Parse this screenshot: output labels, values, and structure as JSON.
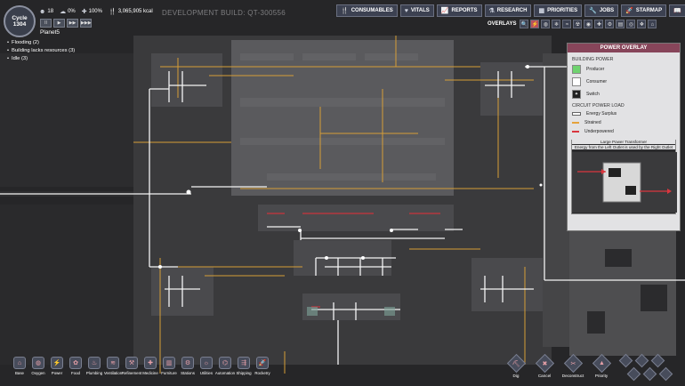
{
  "hud": {
    "cycle_label": "Cycle",
    "cycle_number": "1304",
    "duplicants": "18",
    "stress": "0%",
    "health": "100%",
    "calories": "3,065,905 kcal",
    "colony_name": "Planet5",
    "dev_build": "DEVELOPMENT BUILD: QT-300556",
    "speed_buttons": [
      "II",
      "▶",
      "▶▶",
      "▶▶▶"
    ],
    "alerts": [
      "Flooding (2)",
      "Building lacks resources (3)",
      "Idle (3)"
    ]
  },
  "topmenu": [
    {
      "icon": "consumables-icon",
      "glyph": "🍴",
      "label": "CONSUMABLES"
    },
    {
      "icon": "vitals-icon",
      "glyph": "♥",
      "label": "VITALS"
    },
    {
      "icon": "reports-icon",
      "glyph": "📈",
      "label": "REPORTS"
    },
    {
      "icon": "research-icon",
      "glyph": "⚗",
      "label": "RESEARCH"
    },
    {
      "icon": "priorities-icon",
      "glyph": "▦",
      "label": "PRIORITIES"
    },
    {
      "icon": "jobs-icon",
      "glyph": "🔧",
      "label": "JOBS"
    },
    {
      "icon": "starmap-icon",
      "glyph": "🚀",
      "label": "STARMAP"
    },
    {
      "icon": "codex-icon",
      "glyph": "📖",
      "label": ""
    }
  ],
  "overlays": {
    "label": "OVERLAYS",
    "buttons": [
      "🔍",
      "⚡",
      "◍",
      "❄",
      "≈",
      "☢",
      "◉",
      "✚",
      "⚙",
      "▤",
      "◎",
      "❖",
      "⌂"
    ]
  },
  "power_panel": {
    "title": "POWER OVERLAY",
    "building_power": "BUILDING POWER",
    "producer": "Producer",
    "consumer": "Consumer",
    "switch": "Switch",
    "circuit_load": "CIRCUIT POWER LOAD",
    "energy_surplus": "Energy Surplus",
    "strained": "Strained",
    "underpowered": "Underpowered",
    "transformer_title": "Large Power Transformer",
    "transformer_desc": "Energy from the Left Outlet is used by the Right Outlet",
    "colors": {
      "header": "#87455a",
      "producer": "#6fd36f",
      "consumer": "#ffffff",
      "surplus": "#ffffff",
      "strained": "#e5a23b",
      "underpowered": "#d9363e"
    }
  },
  "tools": [
    {
      "label": "Base",
      "glyph": "⌂"
    },
    {
      "label": "Oxygen",
      "glyph": "◍"
    },
    {
      "label": "Power",
      "glyph": "⚡"
    },
    {
      "label": "Food",
      "glyph": "✿"
    },
    {
      "label": "Plumbing",
      "glyph": "♨"
    },
    {
      "label": "Ventilation",
      "glyph": "≋"
    },
    {
      "label": "Refinement",
      "glyph": "⚒"
    },
    {
      "label": "Medicine",
      "glyph": "✚"
    },
    {
      "label": "Furniture",
      "glyph": "▥"
    },
    {
      "label": "Stations",
      "glyph": "⚙"
    },
    {
      "label": "Utilities",
      "glyph": "☼"
    },
    {
      "label": "Automation",
      "glyph": "⌬"
    },
    {
      "label": "Shipping",
      "glyph": "⇶"
    },
    {
      "label": "Rocketry",
      "glyph": "🚀"
    }
  ],
  "actions": [
    {
      "label": "Dig",
      "glyph": "⛏"
    },
    {
      "label": "Cancel",
      "glyph": "✖"
    },
    {
      "label": "Deconstruct",
      "glyph": "✂"
    },
    {
      "label": "Priority",
      "glyph": "▲"
    }
  ]
}
